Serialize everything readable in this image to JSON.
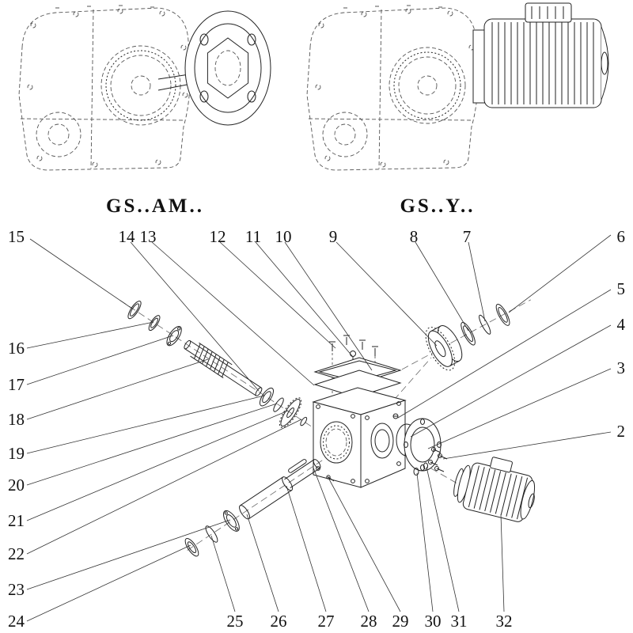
{
  "figures": {
    "left_label": "GS..AM..",
    "right_label": "GS..Y.."
  },
  "callouts": {
    "2": "2",
    "3": "3",
    "4": "4",
    "5": "5",
    "6": "6",
    "7": "7",
    "8": "8",
    "9": "9",
    "10": "10",
    "11": "11",
    "12": "12",
    "13": "13",
    "14": "14",
    "15": "15",
    "16": "16",
    "17": "17",
    "18": "18",
    "19": "19",
    "20": "20",
    "21": "21",
    "22": "22",
    "23": "23",
    "24": "24",
    "25": "25",
    "26": "26",
    "27": "27",
    "28": "28",
    "29": "29",
    "30": "30",
    "31": "31",
    "32": "32"
  }
}
